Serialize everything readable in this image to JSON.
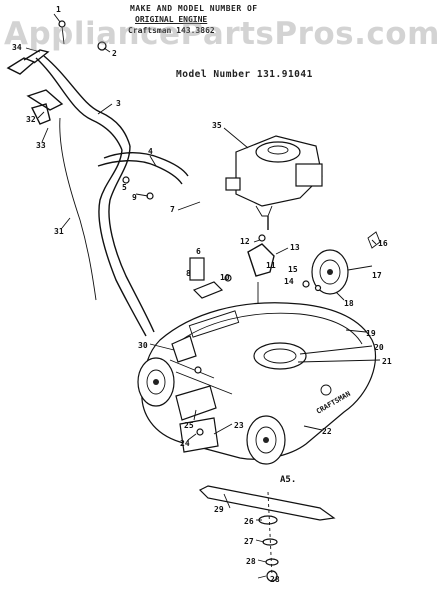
{
  "header": {
    "line1": "MAKE AND MODEL NUMBER OF",
    "line2": "ORIGINAL ENGINE",
    "line3": "Craftsman   143.3862"
  },
  "model_number": "Model Number  131.91041",
  "watermark": "AppliancePartsPros.com",
  "section_mark": "A5.",
  "brand_decal": "CRAFTSMAN",
  "callouts": [
    "1",
    "2",
    "3",
    "4",
    "5",
    "6",
    "7",
    "8",
    "9",
    "10",
    "11",
    "12",
    "13",
    "14",
    "15",
    "16",
    "17",
    "18",
    "19",
    "20",
    "21",
    "22",
    "23",
    "24",
    "25",
    "26",
    "27",
    "28",
    "29",
    "30",
    "31",
    "32",
    "33",
    "34",
    "35"
  ]
}
